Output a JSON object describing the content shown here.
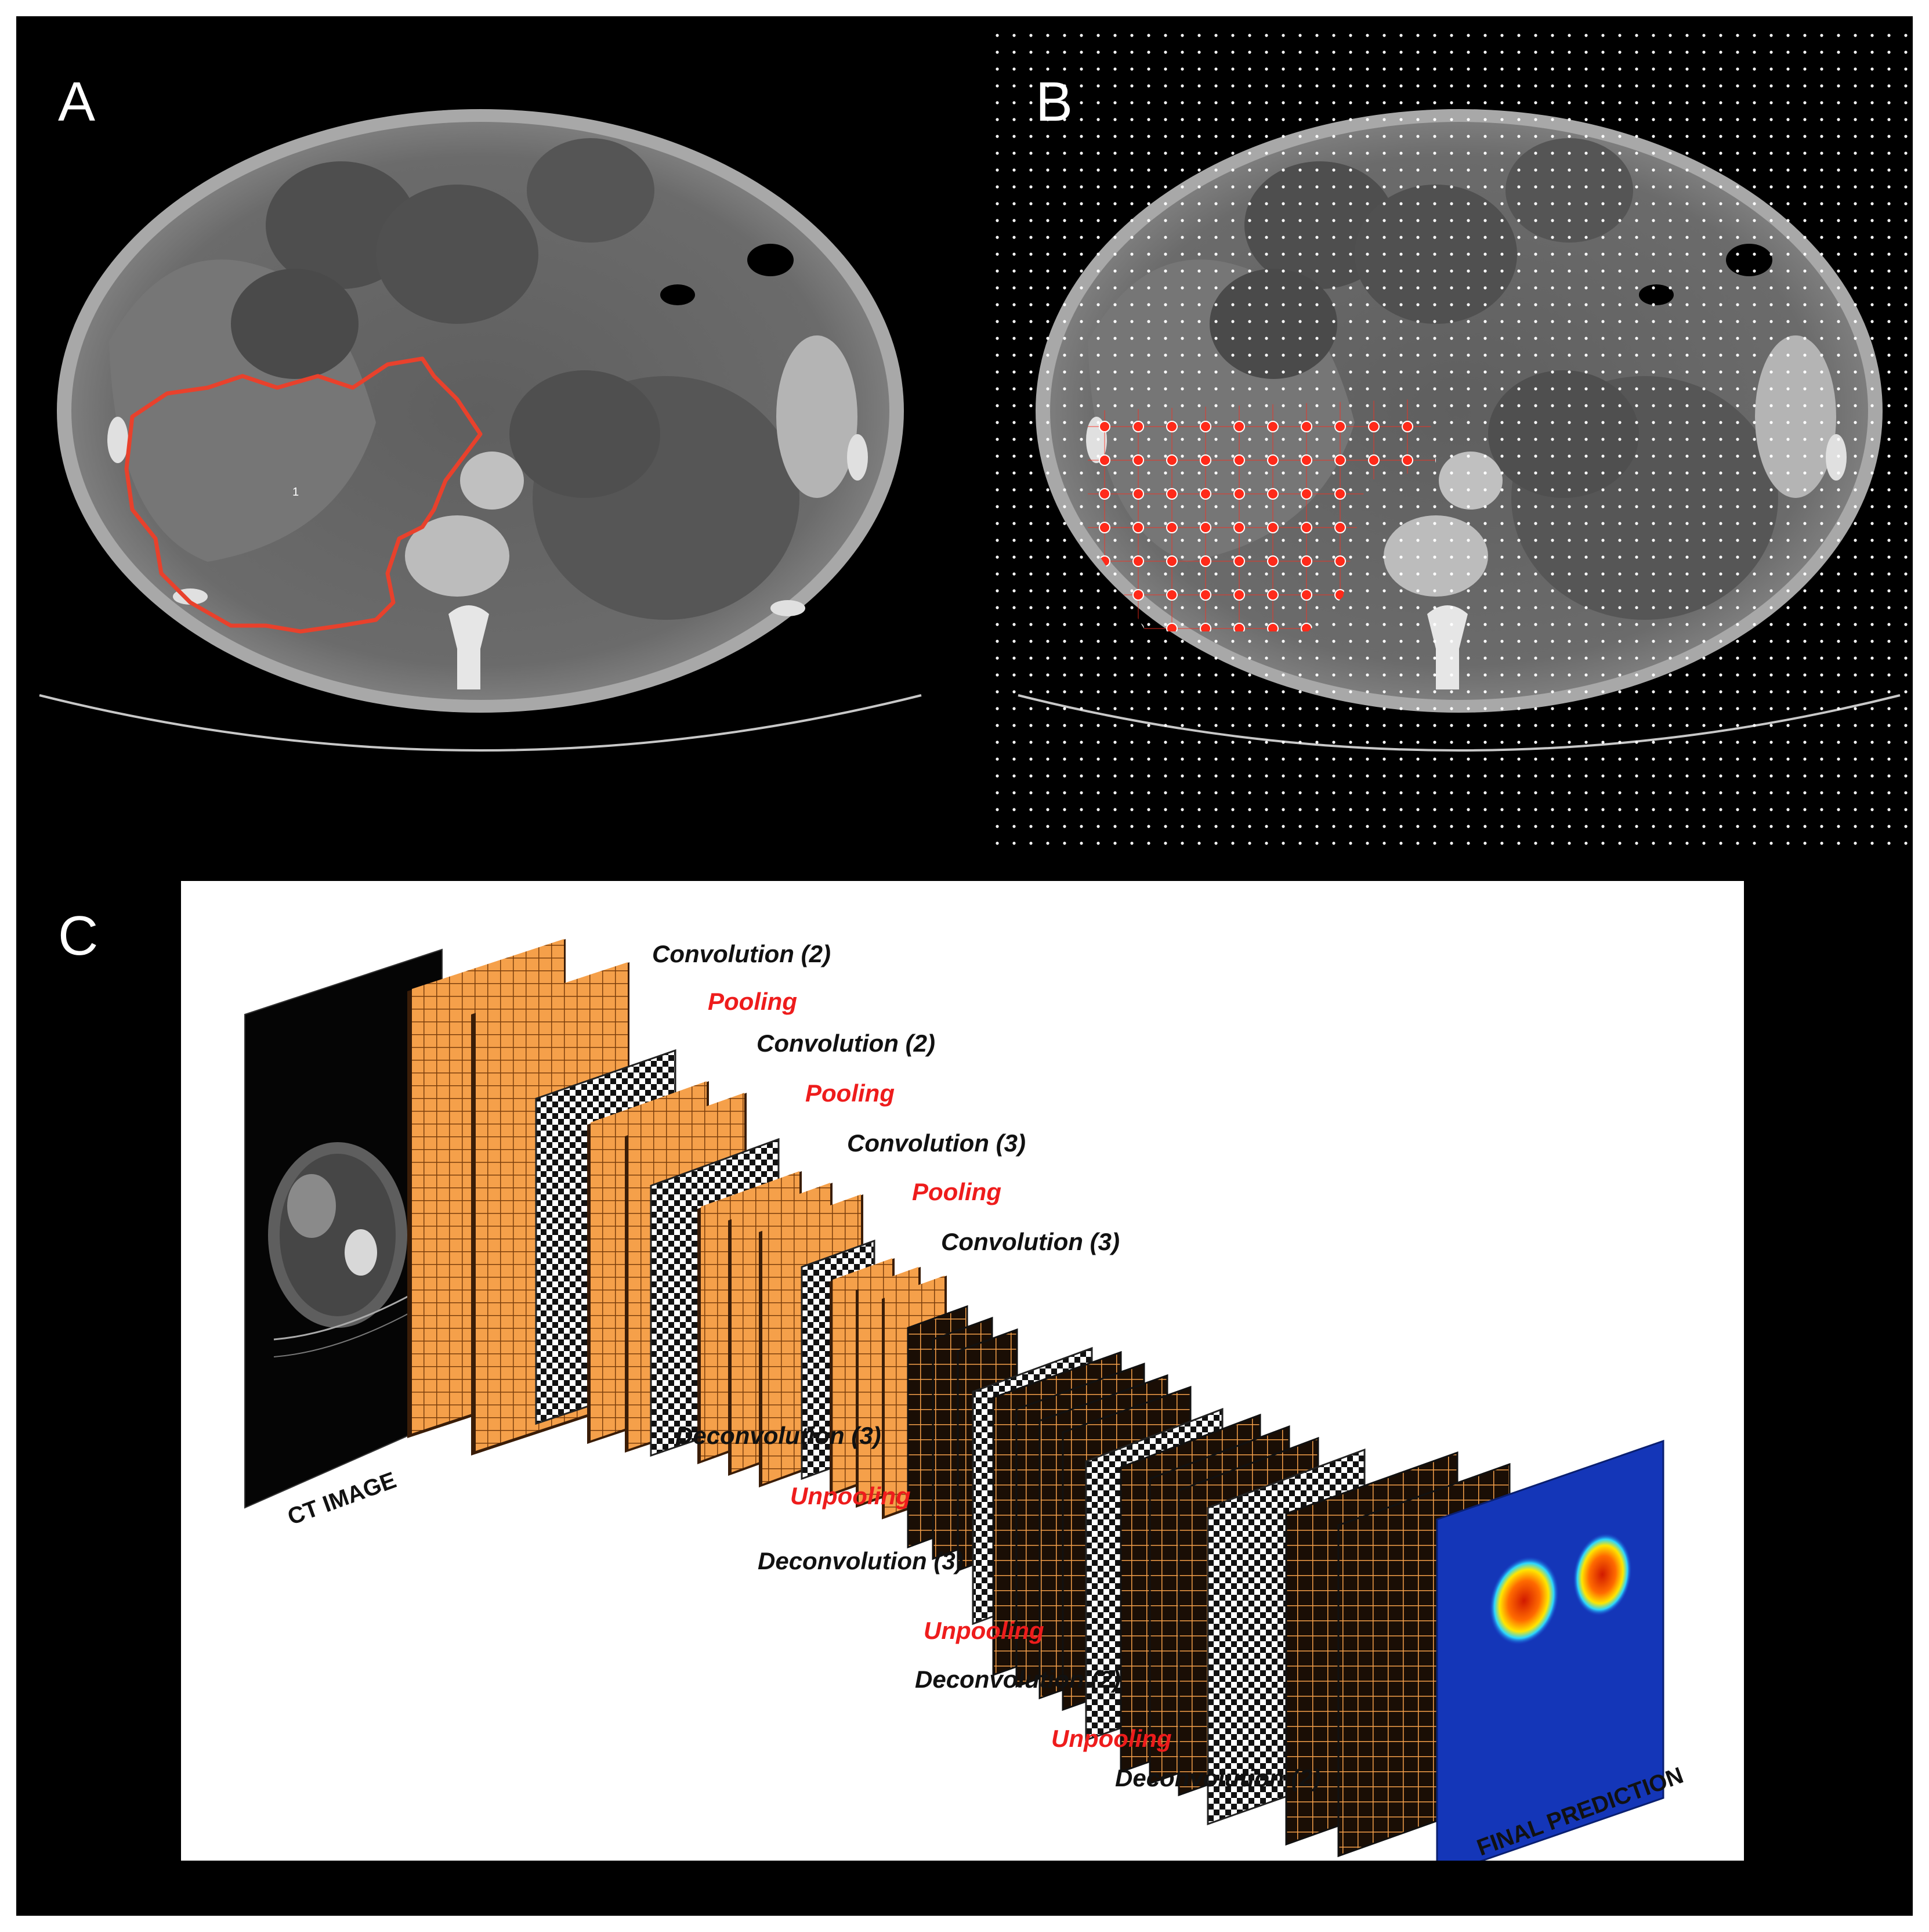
{
  "figure": {
    "panels": [
      {
        "letter": "A",
        "roi_label": "1"
      },
      {
        "letter": "B"
      },
      {
        "letter": "C"
      }
    ]
  },
  "network": {
    "input_label": "CT IMAGE",
    "output_label": "FINAL PREDICTION",
    "encoder_labels": [
      {
        "text": "Convolution (2)",
        "kind": "conv"
      },
      {
        "text": "Pooling",
        "kind": "pool"
      },
      {
        "text": "Convolution (2)",
        "kind": "conv"
      },
      {
        "text": "Pooling",
        "kind": "pool"
      },
      {
        "text": "Convolution (3)",
        "kind": "conv"
      },
      {
        "text": "Pooling",
        "kind": "pool"
      },
      {
        "text": "Convolution (3)",
        "kind": "conv"
      }
    ],
    "decoder_labels": [
      {
        "text": "Deconvolution (3)",
        "kind": "conv"
      },
      {
        "text": "Unpooling",
        "kind": "pool"
      },
      {
        "text": "Deconvolution (3)",
        "kind": "conv"
      },
      {
        "text": "Unpooling",
        "kind": "pool"
      },
      {
        "text": "Deconvolution (2)",
        "kind": "conv"
      },
      {
        "text": "Unpooling",
        "kind": "pool"
      },
      {
        "text": "Deconvolution (2)",
        "kind": "conv"
      }
    ]
  },
  "colors": {
    "background": "#000000",
    "contour": "#e8412c",
    "sample_point": "#ff2a1a",
    "grid_dot": "#ffffff",
    "feature_map_orange": "#f5a04a",
    "label_black": "#111111",
    "label_red": "#ee1c1c"
  }
}
